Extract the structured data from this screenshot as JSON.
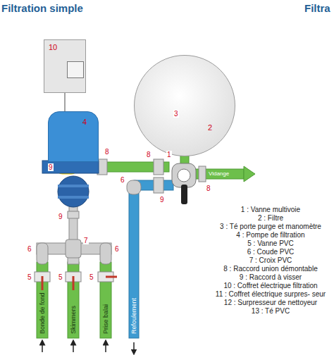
{
  "diagram": {
    "title": "Filtration simple",
    "nodes": [
      {
        "text": [
          "10"
        ]
      },
      {
        "text": [
          "4"
        ]
      },
      {
        "text": [
          "2"
        ]
      }
    ],
    "edges": [
      {
        "from": 0,
        "to": 1,
        "arrow": "none"
      }
    ],
    "labels": [
      "Filtra",
      "8",
      "9",
      "8",
      "9",
      "8",
      "6",
      "9",
      "7",
      "6",
      "6",
      "5",
      "5",
      "5",
      "1",
      "3",
      "Bonde de fond",
      "Skimmers",
      "Prise balai",
      "Refoulement",
      "Vidange",
      "1 : Vanne multivoie",
      "2 : Filtre",
      "3 : Té porte purge et manomètre",
      "4 : Pompe de filtration",
      "5 : Vanne PVC",
      "6 : Coude PVC",
      "7 : Croix PVC",
      "8 : Raccord union démontable",
      "9 : Raccord à visser",
      "10 : Coffret électrique filtration",
      "11 : Coffret électrique surpres- seur",
      "12 : Surpresseur de nettoyeur",
      "13 : Té PVC"
    ]
  }
}
